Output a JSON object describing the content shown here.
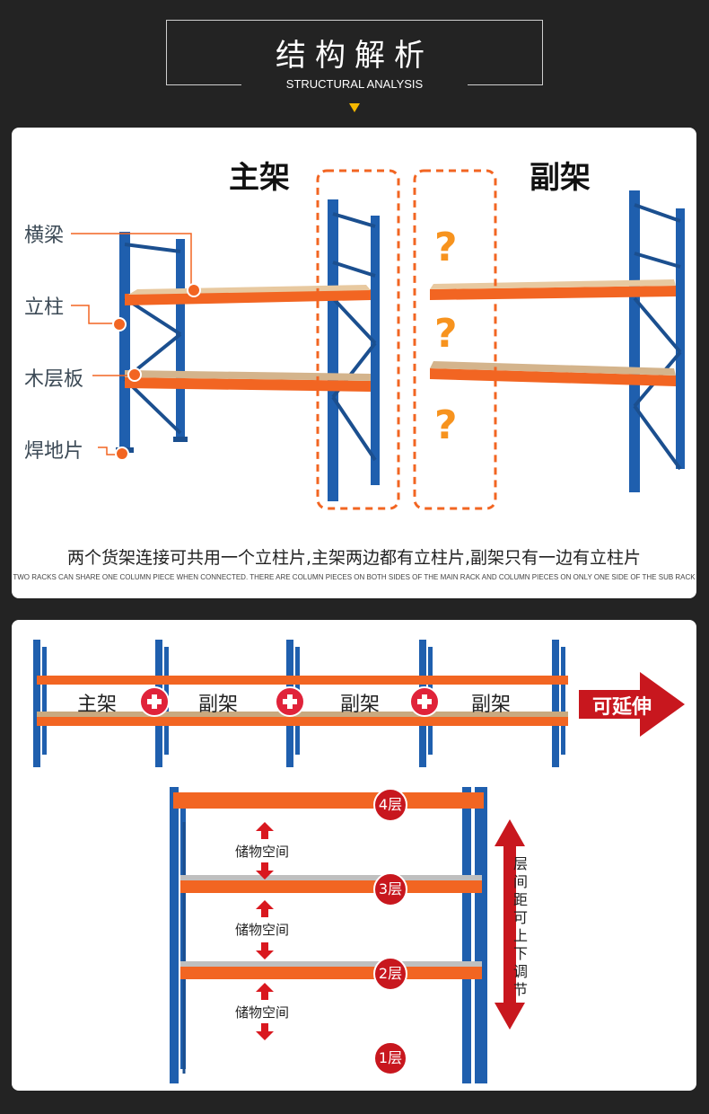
{
  "header": {
    "title": "结构解析",
    "subtitle": "STRUCTURAL ANALYSIS"
  },
  "structure": {
    "main_rack_label": "主架",
    "sub_rack_label": "副架",
    "parts": [
      "横梁",
      "立柱",
      "木层板",
      "焊地片"
    ],
    "question_marks": [
      "?",
      "?",
      "?"
    ],
    "caption_cn": "两个货架连接可共用一个立柱片,主架两边都有立柱片,副架只有一边有立柱片",
    "caption_en": "TWO RACKS CAN SHARE ONE COLUMN PIECE WHEN CONNECTED. THERE ARE COLUMN PIECES ON BOTH SIDES OF THE MAIN RACK AND COLUMN PIECES ON ONLY ONE SIDE OF THE SUB RACK"
  },
  "extension": {
    "rack_labels": [
      "主架",
      "副架",
      "副架",
      "副架"
    ],
    "extend_label": "可延伸"
  },
  "layers": {
    "levels": [
      "4层",
      "3层",
      "2层",
      "1层"
    ],
    "storage_label": "储物空间",
    "adjust_text": [
      "层",
      "间",
      "距",
      "可",
      "上",
      "下",
      "调",
      "节"
    ]
  },
  "colors": {
    "orange": "#f26522",
    "blue": "#1f5fae",
    "red": "#c8171e",
    "accent_orange": "#f7931e"
  }
}
